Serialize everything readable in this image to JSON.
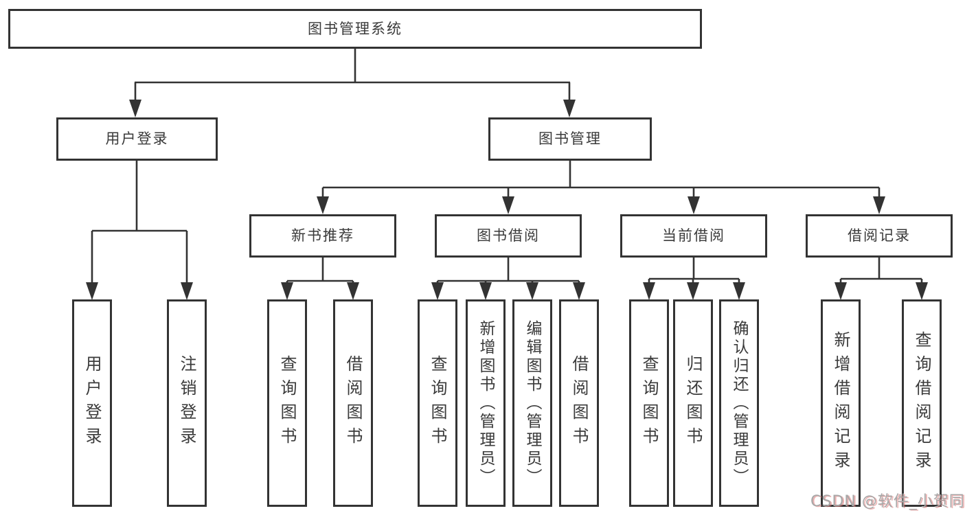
{
  "root": {
    "label": "图书管理系统"
  },
  "branches": [
    {
      "label": "用户登录",
      "leaves": [
        "用户登录",
        "注销登录"
      ]
    },
    {
      "label": "图书管理",
      "children": [
        {
          "label": "新书推荐",
          "leaves": [
            "查询图书",
            "借阅图书"
          ]
        },
        {
          "label": "图书借阅",
          "leaves": [
            "查询图书",
            "新增图书（管理员）",
            "编辑图书（管理员）",
            "借阅图书"
          ]
        },
        {
          "label": "当前借阅",
          "leaves": [
            "查询图书",
            "归还图书",
            "确认归还（管理员）"
          ]
        },
        {
          "label": "借阅记录",
          "leaves": [
            "新增借阅记录",
            "查询借阅记录"
          ]
        }
      ]
    }
  ],
  "watermark": "CSDN @软件_小贺同学",
  "colors": {
    "line": "#333333",
    "text": "#3a3a3a",
    "background": "#ffffff",
    "watermark_text": "#a8a8a8",
    "watermark_shadow": "#dc7373"
  }
}
